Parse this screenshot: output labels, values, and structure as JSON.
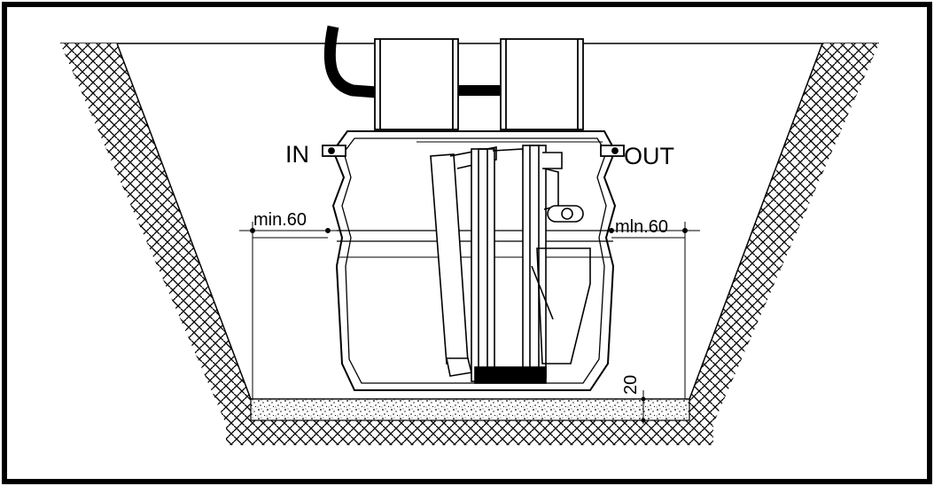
{
  "labels": {
    "inlet": "IN",
    "outlet": "OUT",
    "clearance_left": "min.60",
    "clearance_right": "mln.60",
    "base_layer": "20"
  },
  "colors": {
    "line": "#000000",
    "background": "#ffffff",
    "tank_fill": "#ffffff"
  }
}
